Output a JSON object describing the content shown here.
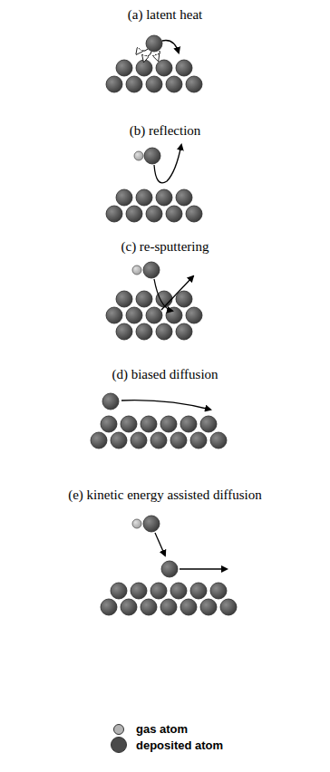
{
  "diagram": {
    "labels": [
      "(a) latent heat",
      "(b) reflection",
      "(c) re-sputtering",
      "(d) biased diffusion",
      "(e) kinetic energy assisted diffusion"
    ],
    "legend": [
      {
        "text": "gas atom",
        "color": "#b4b4b4"
      },
      {
        "text": "deposited atom",
        "color": "#4a4a4a"
      }
    ]
  }
}
